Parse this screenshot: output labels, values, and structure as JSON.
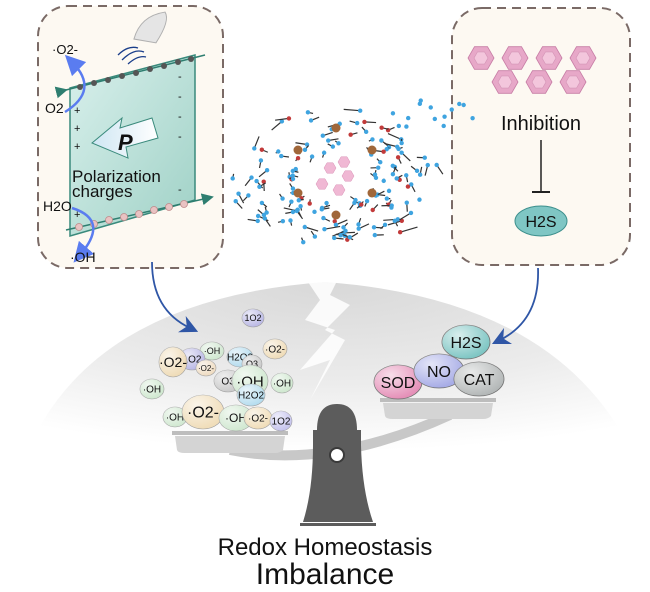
{
  "left_panel": {
    "superoxide_label": "·O2-",
    "oxygen_label": "O2",
    "polarization_symbol": "P",
    "polarization_line1": "Polarization",
    "polarization_line2": "charges",
    "water_label": "H2O",
    "hydroxyl_label": "·OH",
    "positive_charge": "+",
    "negative_charge": "-",
    "stimulus": "ultrasound-transducer-icon"
  },
  "right_panel": {
    "inhibition_label": "Inhibition",
    "target_label": "H2S",
    "hexagon_count": 7,
    "hexagon_color": "#e7a8c8"
  },
  "center": {
    "framework": "metal-organic-framework-icon",
    "guest_hexagon_color": "#f0b8d4"
  },
  "left_pan_species": [
    {
      "text": "1O2",
      "color": "#b9b7e6"
    },
    {
      "text": "·OH",
      "color": "#cfe8cf"
    },
    {
      "text": "1O2",
      "color": "#b9b7e6"
    },
    {
      "text": "H2O2",
      "color": "#b3dcef"
    },
    {
      "text": "O3",
      "color": "#c9c9c9"
    },
    {
      "text": "·O2-",
      "color": "#f0dcb6"
    },
    {
      "text": "·O2-",
      "color": "#f0dcc0"
    },
    {
      "text": "·O2-",
      "color": "#f0dcb6"
    },
    {
      "text": "O3",
      "color": "#c9c9c9"
    },
    {
      "text": "·OH",
      "color": "#cfe8cf"
    },
    {
      "text": "·OH",
      "color": "#cfe8cf"
    },
    {
      "text": "H2O2",
      "color": "#b3dcef"
    },
    {
      "text": "·OH",
      "color": "#cfe8cf"
    },
    {
      "text": "·OH",
      "color": "#cfe8cf"
    },
    {
      "text": "·O2-",
      "color": "#f0dcb6"
    },
    {
      "text": "·OH",
      "color": "#cfe8cf"
    },
    {
      "text": "·O2-",
      "color": "#f0dcb6"
    },
    {
      "text": "1O2",
      "color": "#c4c2ee"
    }
  ],
  "right_pan_species": [
    {
      "text": "H2S",
      "color": "#7fc6c4"
    },
    {
      "text": "SOD",
      "color": "#e590b8"
    },
    {
      "text": "NO",
      "color": "#a7ace6"
    },
    {
      "text": "CAT",
      "color": "#b4b8b8"
    }
  ],
  "colors": {
    "panel_fill": "#fdf9f2",
    "panel_border": "#7a6a66",
    "plate_fill": "#bfe3dc",
    "plate_edge": "#3a8a7c",
    "arrow_blue": "#5a7cf0",
    "connector_blue": "#2f56a6",
    "scale_gray": "#5c5c5c",
    "dome_gray": "#e9e9e9"
  },
  "footer": {
    "line1": "Redox Homeostasis",
    "line2": "Imbalance"
  }
}
